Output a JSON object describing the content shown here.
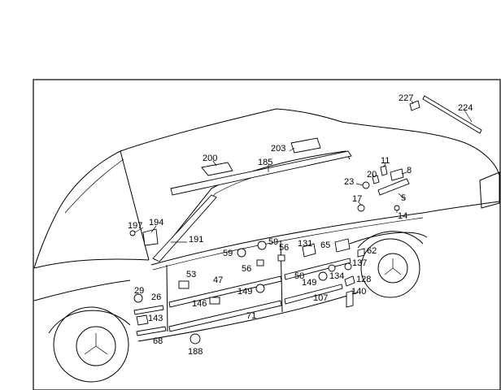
{
  "diagram": {
    "callouts": [
      "227",
      "224",
      "200",
      "203",
      "185",
      "11",
      "8",
      "23",
      "20",
      "5",
      "17",
      "14",
      "197",
      "194",
      "191",
      "59",
      "59",
      "56",
      "131",
      "65",
      "62",
      "56",
      "53",
      "137",
      "50",
      "134",
      "47",
      "149",
      "128",
      "29",
      "149",
      "26",
      "146",
      "140",
      "107",
      "143",
      "71",
      "68",
      "188"
    ]
  }
}
